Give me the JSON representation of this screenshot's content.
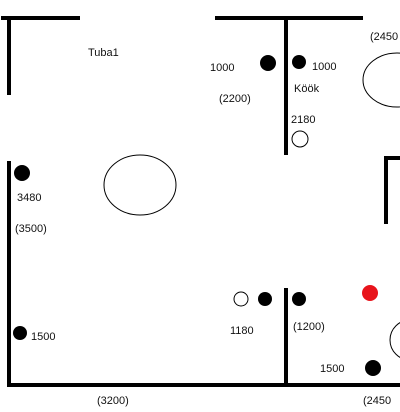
{
  "colors": {
    "wall": "#000000",
    "fixture": "#000000",
    "outline": "#000000",
    "highlight": "#e8141b",
    "background": "#ffffff"
  },
  "rooms": {
    "left": "Tuba1",
    "right": "Köök"
  },
  "labels": {
    "top_right_paren": "(2450",
    "kitchen_left_1000": "1000",
    "kitchen_right_1000": "1000",
    "paren_2200": "(2200)",
    "val_2180": "2180",
    "val_3480": "3480",
    "paren_3500": "(3500)",
    "val_1500_left": "1500",
    "val_1180": "1180",
    "paren_1200": "(1200)",
    "val_1500_right": "1500",
    "paren_3200": "(3200)",
    "paren_2450_bottom": "(2450"
  }
}
